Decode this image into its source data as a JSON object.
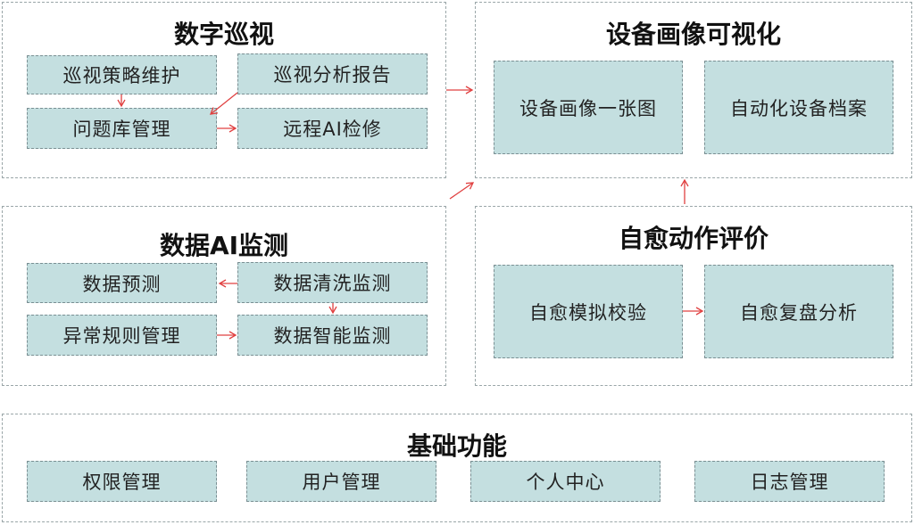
{
  "colors": {
    "box_fill": "#c4dfe0",
    "arrow": "#e04040"
  },
  "digital_inspection": {
    "title": "数字巡视",
    "strategy": "巡视策略维护",
    "report": "巡视分析报告",
    "issue_lib": "问题库管理",
    "remote_ai": "远程AI检修"
  },
  "device_visual": {
    "title": "设备画像可视化",
    "one_map": "设备画像一张图",
    "auto_archive": "自动化设备档案"
  },
  "data_ai": {
    "title": "数据AI监测",
    "forecast": "数据预测",
    "cleaning": "数据清洗监测",
    "anomaly_rules": "异常规则管理",
    "smart_monitor": "数据智能监测"
  },
  "self_heal": {
    "title": "自愈动作评价",
    "simulation": "自愈模拟校验",
    "review": "自愈复盘分析"
  },
  "basic": {
    "title": "基础功能",
    "permissions": "权限管理",
    "users": "用户管理",
    "personal": "个人中心",
    "logs": "日志管理"
  }
}
